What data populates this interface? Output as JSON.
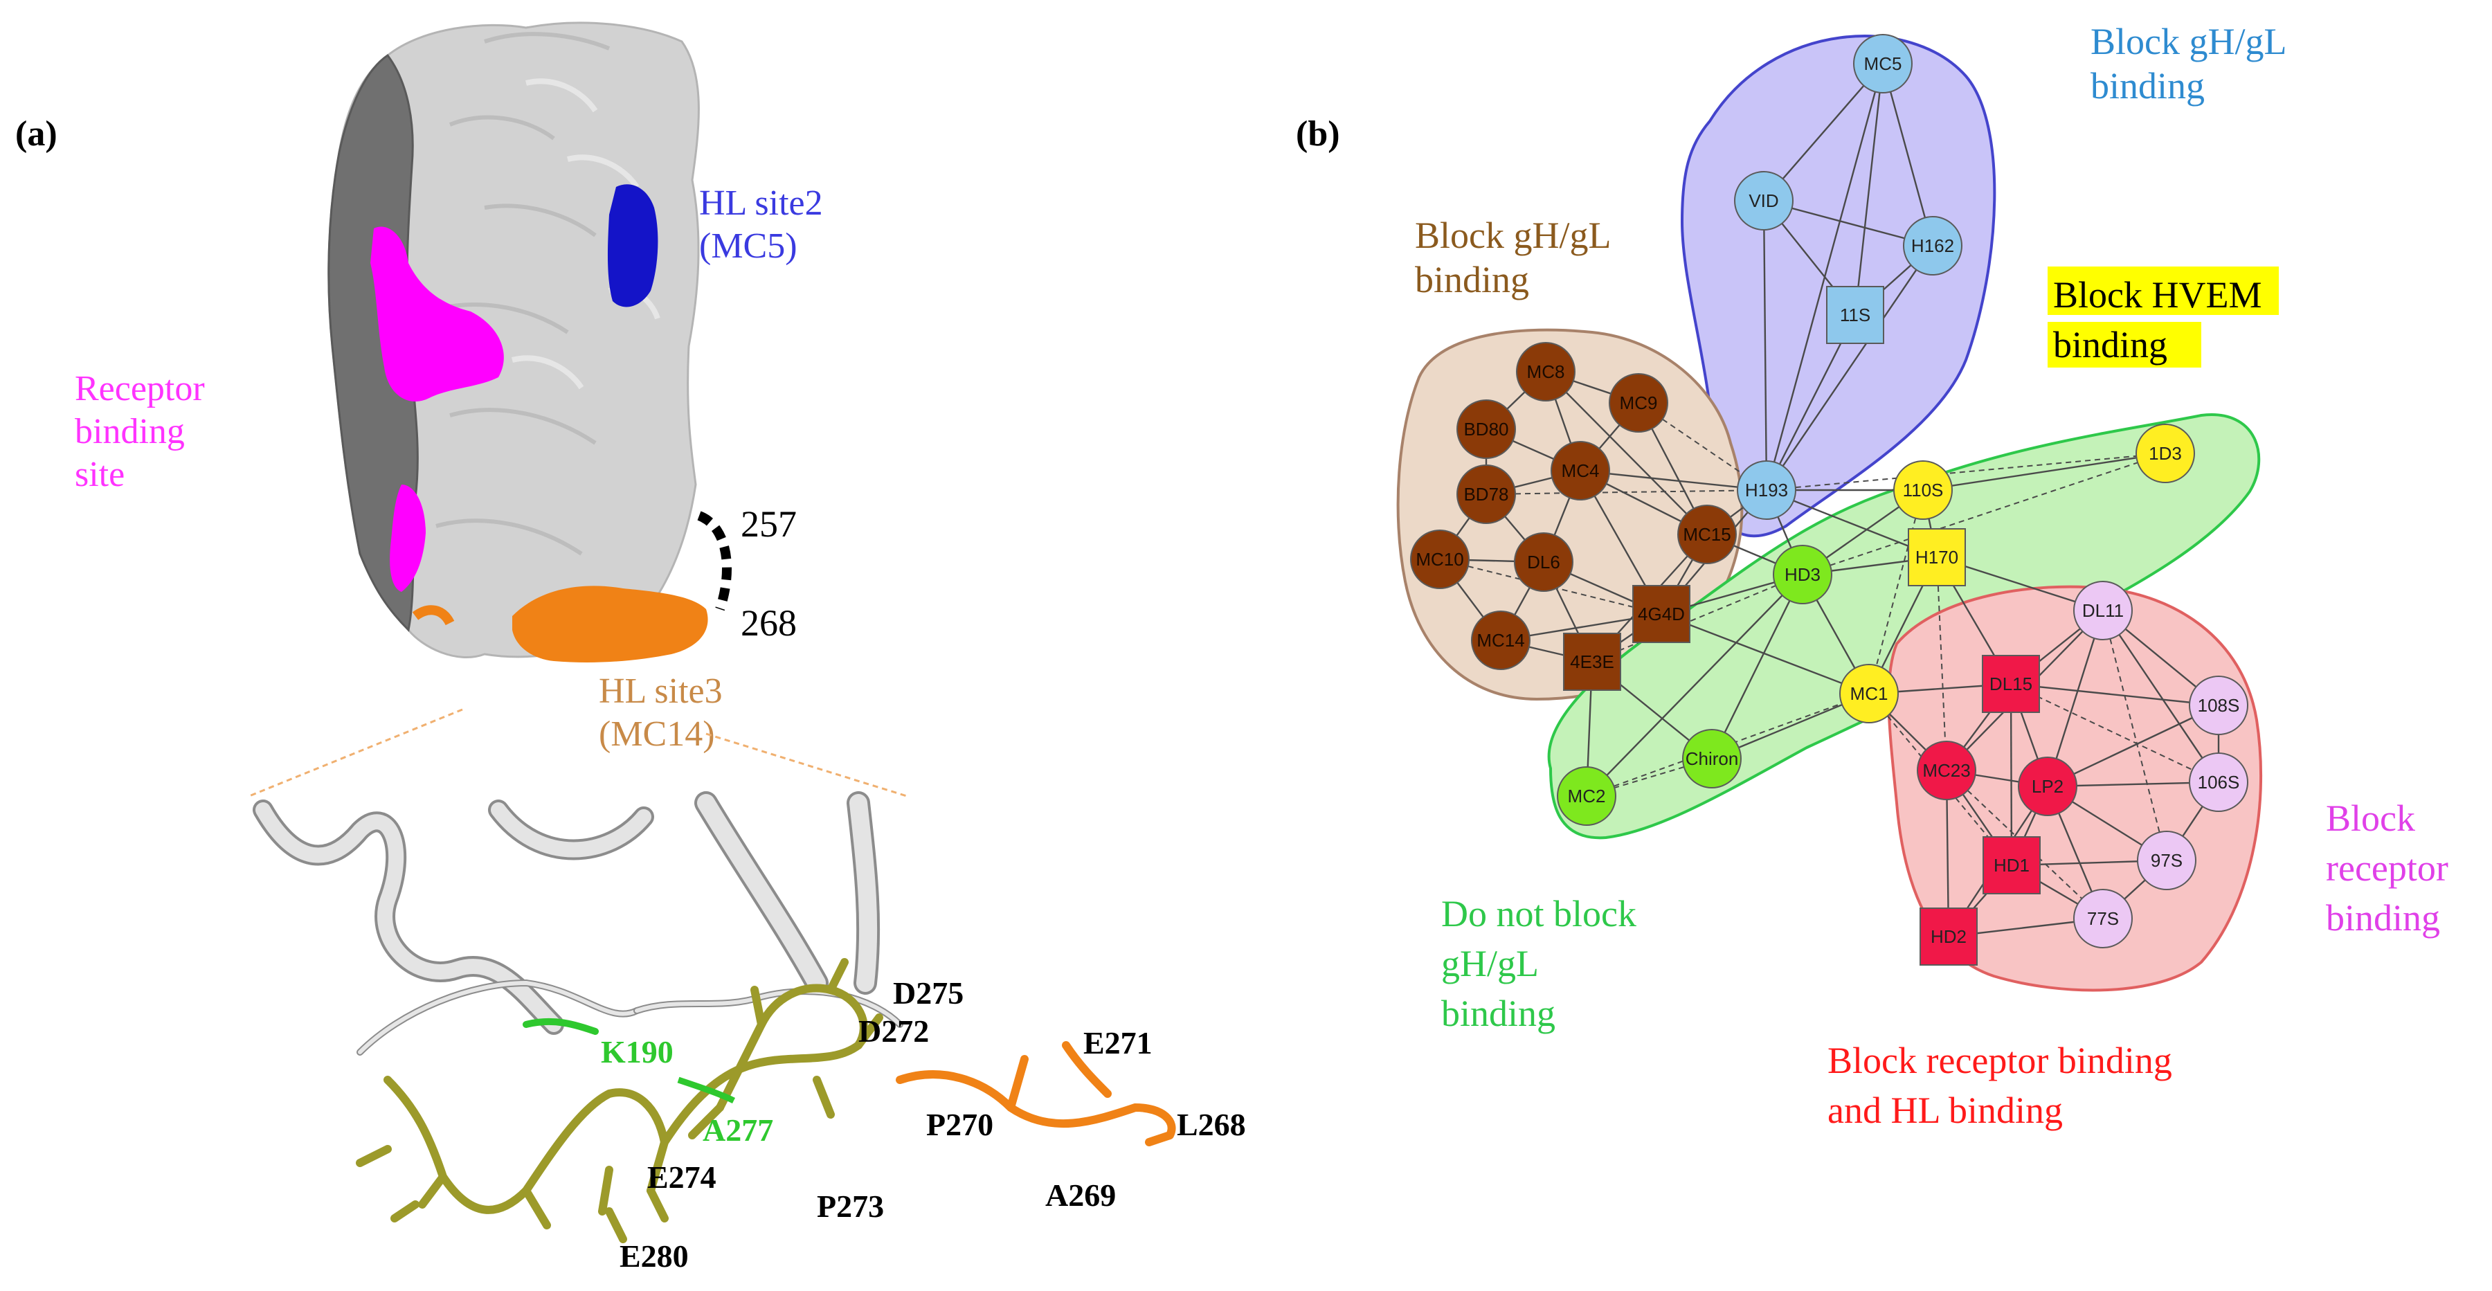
{
  "panels": {
    "a": {
      "label": "(a)",
      "labels": {
        "hl_site2_line1": "HL site2",
        "hl_site2_line2": "(MC5)",
        "receptor_line1": "Receptor",
        "receptor_line2": "binding",
        "receptor_line3": "site",
        "res_257": "257",
        "res_268": "268",
        "hl_site3_line1": "HL site3",
        "hl_site3_line2": "(MC14)"
      },
      "residues": {
        "D275": "D275",
        "D272": "D272",
        "E271": "E271",
        "K190": "K190",
        "A277": "A277",
        "P270": "P270",
        "L268": "L268",
        "E274": "E274",
        "P273": "P273",
        "A269": "A269",
        "E280": "E280"
      },
      "colors": {
        "receptor_site": "#ff00ff",
        "hl_site2": "#1414c8",
        "hl_site3": "#f08216",
        "residue_chain": "#9c9a2a",
        "contact": "#2ec82e"
      }
    },
    "b": {
      "label": "(b)",
      "groups": {
        "blue": {
          "line1": "Block gH/gL",
          "line2": "binding",
          "color": "#2e8bd0"
        },
        "brown": {
          "line1": "Block gH/gL",
          "line2": "binding",
          "color": "#8b5a1e"
        },
        "yellow": {
          "line1": "Block HVEM",
          "line2": "binding",
          "highlight": "#ffff00"
        },
        "green": {
          "line1": "Do not block",
          "line2": "gH/gL",
          "line3": "binding",
          "color": "#2ec84a"
        },
        "pink": {
          "line1": "Block",
          "line2": "receptor",
          "line3": "binding",
          "color": "#e040e8"
        },
        "red": {
          "line1": "Block receptor binding",
          "line2": "and HL binding",
          "color": "#ff1a1a"
        }
      },
      "nodes": {
        "MC5": "MC5",
        "VID": "VID",
        "H162": "H162",
        "11S": "11S",
        "H193": "H193",
        "MC8": "MC8",
        "MC9": "MC9",
        "BD80": "BD80",
        "MC4": "MC4",
        "BD78": "BD78",
        "MC10": "MC10",
        "DL6": "DL6",
        "MC15": "MC15",
        "MC14": "MC14",
        "4G4D": "4G4D",
        "4E3E": "4E3E",
        "110S": "110S",
        "1D3": "1D3",
        "H170": "H170",
        "MC1": "MC1",
        "HD3": "HD3",
        "Chiron": "Chiron",
        "MC2": "MC2",
        "DL11": "DL11",
        "108S": "108S",
        "106S": "106S",
        "97S": "97S",
        "77S": "77S",
        "DL15": "DL15",
        "MC23": "MC23",
        "LP2": "LP2",
        "HD1": "HD1",
        "HD2": "HD2"
      },
      "node_colors": {
        "blue": "#8ec8ec",
        "brown": "#8b3a08",
        "yellow": "#ffee22",
        "green": "#7ee81e",
        "pink": "#ecc8f4",
        "red": "#f01848"
      }
    }
  }
}
